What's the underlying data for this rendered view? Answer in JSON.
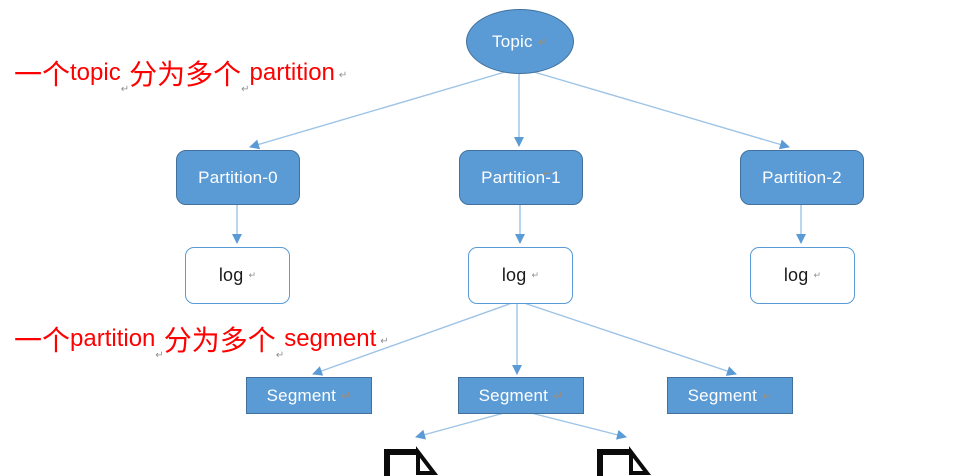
{
  "nodes": {
    "topic": "Topic",
    "partitions": [
      "Partition-0",
      "Partition-1",
      "Partition-2"
    ],
    "logs": [
      "log",
      "log",
      "log"
    ],
    "segments": [
      "Segment",
      "Segment",
      "Segment"
    ]
  },
  "annotations": {
    "line1": {
      "cjk1": "一个",
      "latin1": "topic",
      "cjk2": "分为多个",
      "latin2": "partition"
    },
    "line2": {
      "cjk1": "一个",
      "latin1": "partition",
      "cjk2": "分为多个",
      "latin2": "segment"
    }
  },
  "marks": {
    "return": "↵"
  },
  "colors": {
    "node_fill": "#5B9BD5",
    "node_border": "#41719C",
    "log_border": "#5B9BD5",
    "connector": "#9DC3E6",
    "arrowhead": "#5B9BD5",
    "annotation": "#FF0000",
    "mark": "#9E8E76",
    "mark_gray": "#8f8f8f",
    "doc_stroke": "#0b0b0b"
  }
}
